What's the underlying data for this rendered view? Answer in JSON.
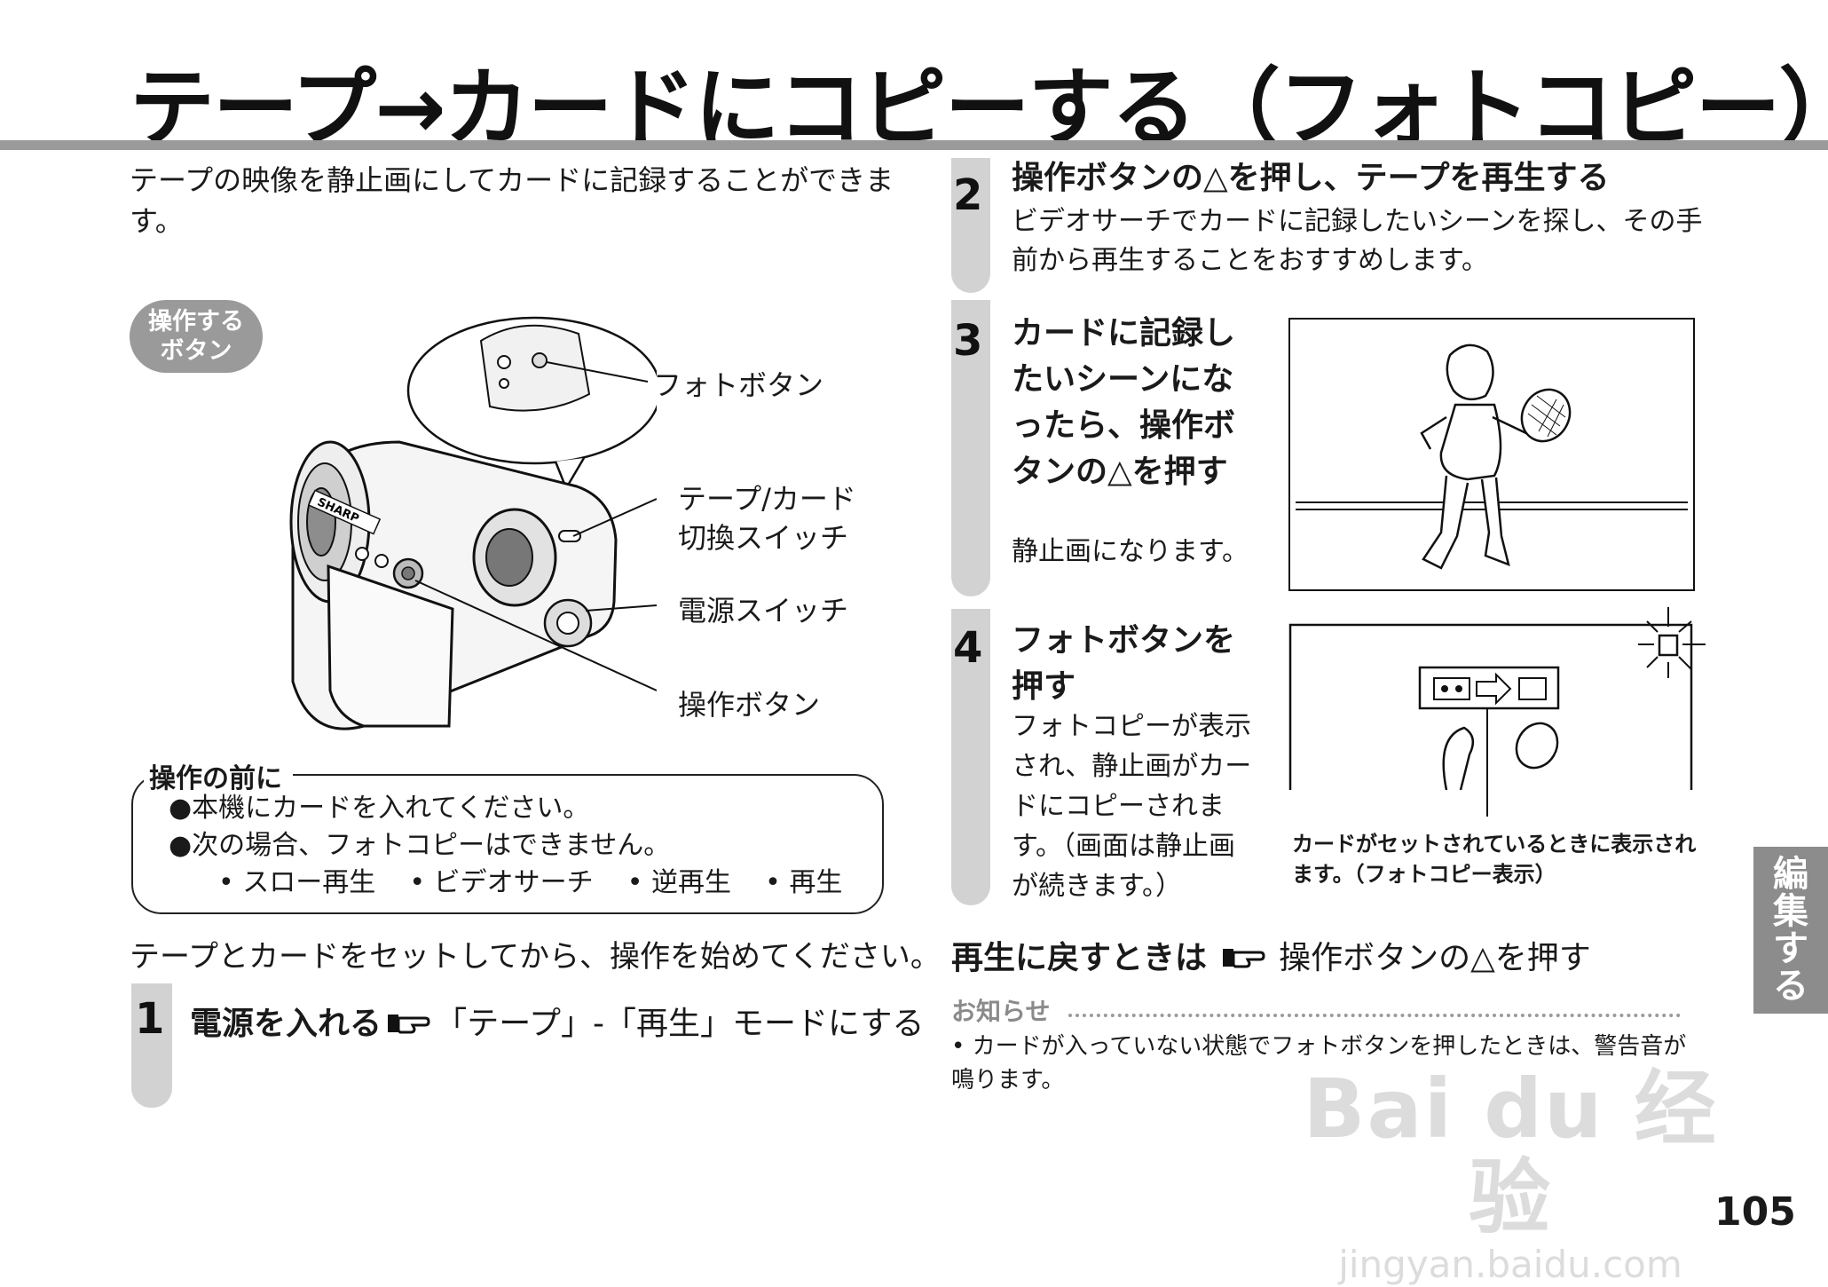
{
  "page_title": "テープ→カードにコピーする（フォトコピー）",
  "intro": "テープの映像を静止画にしてカードに記録することができます。",
  "button_badge": [
    "操作する",
    "ボタン"
  ],
  "callouts": {
    "photo_button": "フォトボタン",
    "tape_card_switch": [
      "テープ/カード",
      "切換スイッチ"
    ],
    "power_switch": "電源スイッチ",
    "operation_button": "操作ボタン"
  },
  "camera_brand": "SHARP",
  "before_operation": {
    "title": "操作の前に",
    "items": [
      "●本機にカードを入れてください。",
      "●次の場合、フォトコピーはできません。"
    ],
    "modes": [
      "• スロー再生",
      "• ビデオサーチ",
      "• 逆再生",
      "• 再生"
    ]
  },
  "tape_card_note": "テープとカードをセットしてから、操作を始めてください。",
  "steps": [
    {
      "num": "1",
      "head": "電源を入れる",
      "ref": "「テープ」-「再生」モードにする"
    },
    {
      "num": "2",
      "head": "操作ボタンの△を押し、テープを再生する",
      "desc": "ビデオサーチでカードに記録したいシーンを探し、その手前から再生することをおすすめします。"
    },
    {
      "num": "3",
      "head": "カードに記録したいシーンになったら、操作ボタンの△を押す",
      "desc": "静止画になります。"
    },
    {
      "num": "4",
      "head": "フォトボタンを押す",
      "desc": "フォトコピーが表示され、静止画がカードにコピーされます。（画面は静止画が続きます。）"
    }
  ],
  "screen_caption": "カードがセットされているときに表示されます。（フォトコピー表示）",
  "return_note": {
    "label": "再生に戻すときは",
    "action": "操作ボタンの△を押す"
  },
  "notice": {
    "title": "お知らせ",
    "text": "• カードが入っていない状態でフォトボタンを押したときは、警告音が鳴ります。"
  },
  "side_tab": [
    "編",
    "集",
    "す",
    "る"
  ],
  "page_number": "105",
  "watermark": {
    "brand": "Bai du 经验",
    "url": "jingyan.baidu.com"
  },
  "icons": {
    "reference": "pointing-hand-icon",
    "photo_copy": "tape-to-card-icon",
    "flash": "card-flash-icon"
  },
  "colors": {
    "rule_gray": "#9a9a9a",
    "step_bar": "#d2d2d2",
    "side_tab": "#8c8c8c"
  }
}
